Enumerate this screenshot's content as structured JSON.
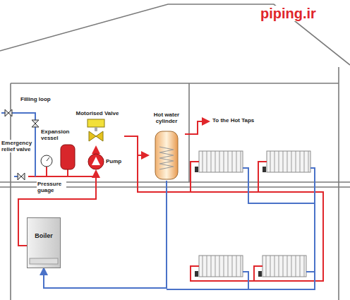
{
  "diagram": {
    "nodes": [
      {
        "text": [
          "Motorised Valve"
        ]
      },
      {
        "text": [
          "Hot water cylinder"
        ]
      },
      {
        "text": [
          "Expansion vessel"
        ]
      },
      {
        "text": [
          "Pump"
        ]
      },
      {
        "text": [
          "Boiler"
        ]
      }
    ],
    "edges": [
      {
        "from": 4,
        "to": 3,
        "arrow": "to"
      },
      {
        "from": 3,
        "to": 0,
        "arrow": "to"
      },
      {
        "from": 0,
        "to": 1,
        "arrow": "to"
      },
      {
        "from": 1,
        "to": 4,
        "arrow": "to"
      }
    ],
    "labels": [
      "piping.ir",
      "Filling loop",
      "To the Hot Taps",
      "Emergency relief valve",
      "Pressure guage"
    ]
  }
}
